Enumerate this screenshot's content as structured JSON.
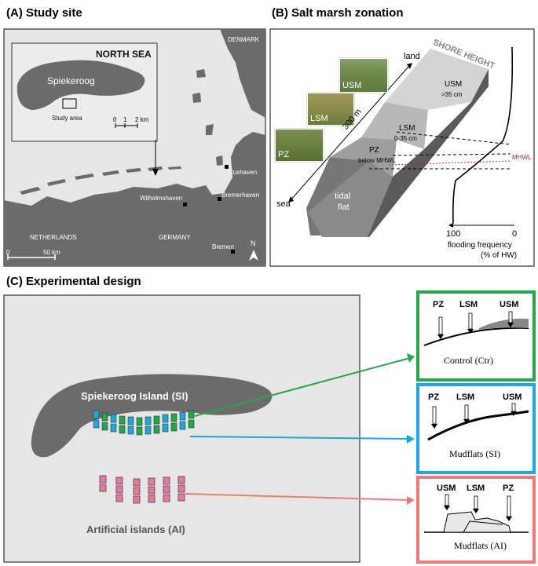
{
  "panelA": {
    "title": "(A) Study site",
    "north_sea": "NORTH SEA",
    "denmark": "DENMARK",
    "spiekeroog": "Spiekeroog",
    "study_area": "Study area",
    "inset_scale": [
      "0",
      "1",
      "2 km"
    ],
    "cuxhaven": "Cuxhaven",
    "wilhelmshaven": "Wilhelmshaven",
    "bremerhaven": "Bremerhaven",
    "netherlands": "NETHERLANDS",
    "germany": "GERMANY",
    "bremen": "Bremen",
    "scale": [
      "0",
      "50 km"
    ],
    "north": "N"
  },
  "panelB": {
    "title": "(B) Salt marsh zonation",
    "shore_height": "SHORE HEIGHT",
    "land": "land",
    "sea": "sea",
    "distance": "300 m",
    "usm": "USM",
    "usm_height": ">35 cm",
    "lsm": "LSM",
    "lsm_height": "0-35 cm",
    "pz": "PZ",
    "pz_height": "below MHWL",
    "tidal_flat_1": "tidal",
    "tidal_flat_2": "flat",
    "mhwl": "MHWL",
    "photo_usm": "USM",
    "photo_lsm": "LSM",
    "photo_pz": "PZ",
    "axis_max": "100",
    "axis_min": "0",
    "axis_label_1": "flooding frequency",
    "axis_label_2": "(% of HW)",
    "colors": {
      "mhwl": "#d02020"
    }
  },
  "panelC": {
    "title": "(C) Experimental design",
    "spiekeroog_island": "Spiekeroog Island (SI)",
    "artificial_islands": "Artificial islands (AI)",
    "ctr": {
      "zones": [
        "PZ",
        "LSM",
        "USM"
      ],
      "caption": "Control (Ctr)"
    },
    "si": {
      "zones": [
        "PZ",
        "LSM",
        "USM"
      ],
      "caption": "Mudflats (SI)"
    },
    "ai": {
      "zones": [
        "USM",
        "LSM",
        "PZ"
      ],
      "caption": "Mudflats (AI)"
    },
    "colors": {
      "control": "#22a84a",
      "si": "#1aa8e0",
      "ai": "#f07a7a"
    }
  }
}
